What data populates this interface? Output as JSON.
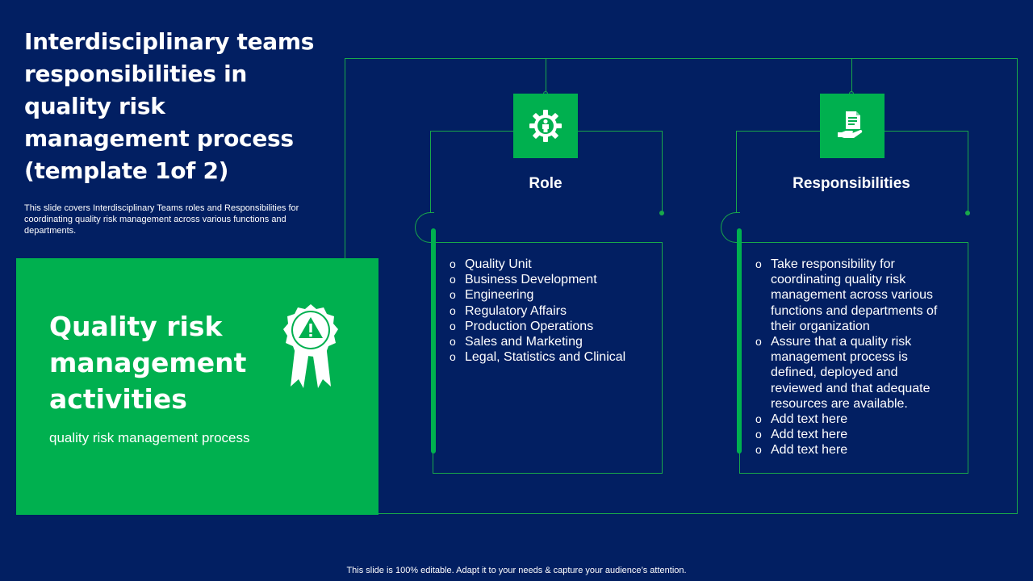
{
  "slide": {
    "title": "Interdisciplinary teams responsibilities in quality risk management process (template 1of 2)",
    "subtitle": "This slide covers Interdisciplinary Teams roles and Responsibilities for coordinating quality risk management across various functions and departments."
  },
  "card": {
    "title": "Quality risk management activities",
    "subtitle": "quality risk management process",
    "icon": "warning-rosette-icon"
  },
  "role": {
    "title": "Role",
    "icon": "gear-person-icon",
    "items": [
      "Quality Unit",
      "Business Development",
      "Engineering",
      "Regulatory Affairs",
      "Production Operations",
      "Sales and Marketing",
      "Legal, Statistics and Clinical"
    ]
  },
  "responsibilities": {
    "title": "Responsibilities",
    "icon": "hand-document-icon",
    "items": [
      "Take responsibility for coordinating quality risk management across various functions and departments of their organization",
      "Assure that a quality risk management process is defined, deployed and reviewed and that adequate resources are available.",
      "Add text here",
      "Add text here",
      "Add text here"
    ]
  },
  "footer": "This slide is 100% editable. Adapt it to your needs & capture your audience’s attention.",
  "colors": {
    "background": "#021f62",
    "accent": "#00b04f",
    "line": "#19a84a",
    "text": "#ffffff"
  }
}
